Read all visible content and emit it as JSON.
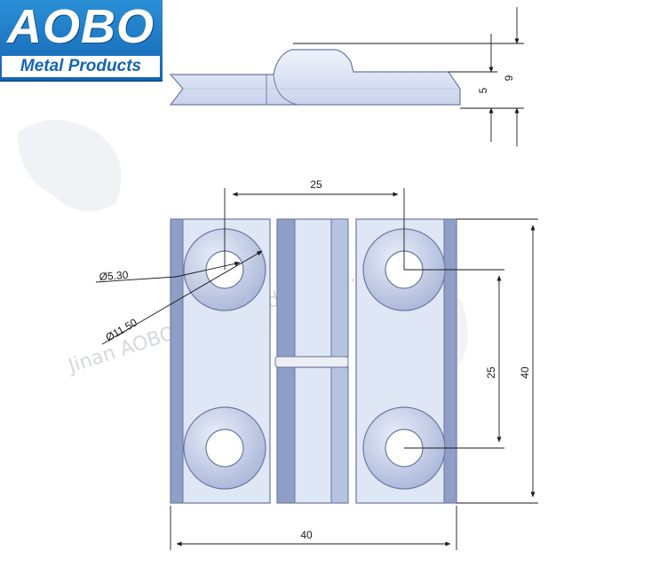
{
  "logo": {
    "brand": "AOBO",
    "subtitle": "Metal Products"
  },
  "watermark": "Jinan AOBO Metal Products Co., Ltd.",
  "dimensions": {
    "side_total_height": "9",
    "side_base_height": "5",
    "hole_spacing_horizontal": "25",
    "hole_spacing_vertical": "25",
    "overall_height": "40",
    "overall_width": "40",
    "hole_diameter": "Ø5.30",
    "counterbore_diameter": "Ø11.50"
  },
  "colors": {
    "part_fill": "#dfe6f6",
    "part_shade": "#8e9ec6",
    "part_edge": "#6b78a0",
    "logo_blue": "#1a73c4"
  }
}
